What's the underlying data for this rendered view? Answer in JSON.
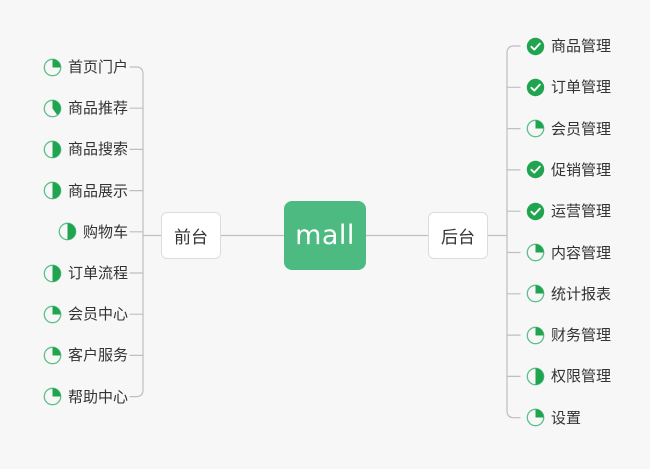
{
  "diagram": {
    "title": "mall",
    "background_color": "#f7f7f7",
    "accent_color": "#4dba81",
    "done_color": "#20a44f",
    "ring_color": "#5cc08a",
    "line_color": "#bfbfbf",
    "center": {
      "label": "mall",
      "icon": "center-node"
    },
    "branches": [
      {
        "id": "frontend",
        "label": "前台",
        "side": "left",
        "items": [
          {
            "label": "首页门户",
            "icon": "pie-progress-icon",
            "progress": 25,
            "status": "in-progress"
          },
          {
            "label": "商品推荐",
            "icon": "pie-progress-icon",
            "progress": 40,
            "status": "in-progress"
          },
          {
            "label": "商品搜索",
            "icon": "pie-progress-icon",
            "progress": 50,
            "status": "in-progress"
          },
          {
            "label": "商品展示",
            "icon": "pie-progress-icon",
            "progress": 50,
            "status": "in-progress"
          },
          {
            "label": "购物车",
            "icon": "pie-progress-icon",
            "progress": 50,
            "status": "in-progress"
          },
          {
            "label": "订单流程",
            "icon": "pie-progress-icon",
            "progress": 50,
            "status": "in-progress"
          },
          {
            "label": "会员中心",
            "icon": "pie-progress-icon",
            "progress": 25,
            "status": "in-progress"
          },
          {
            "label": "客户服务",
            "icon": "pie-progress-icon",
            "progress": 25,
            "status": "in-progress"
          },
          {
            "label": "帮助中心",
            "icon": "pie-progress-icon",
            "progress": 25,
            "status": "in-progress"
          }
        ]
      },
      {
        "id": "backend",
        "label": "后台",
        "side": "right",
        "items": [
          {
            "label": "商品管理",
            "icon": "check-circle-icon",
            "progress": 100,
            "status": "done"
          },
          {
            "label": "订单管理",
            "icon": "check-circle-icon",
            "progress": 100,
            "status": "done"
          },
          {
            "label": "会员管理",
            "icon": "pie-progress-icon",
            "progress": 25,
            "status": "in-progress"
          },
          {
            "label": "促销管理",
            "icon": "check-circle-icon",
            "progress": 100,
            "status": "done"
          },
          {
            "label": "运营管理",
            "icon": "check-circle-icon",
            "progress": 100,
            "status": "done"
          },
          {
            "label": "内容管理",
            "icon": "pie-progress-icon",
            "progress": 25,
            "status": "in-progress"
          },
          {
            "label": "统计报表",
            "icon": "pie-progress-icon",
            "progress": 25,
            "status": "in-progress"
          },
          {
            "label": "财务管理",
            "icon": "pie-progress-icon",
            "progress": 25,
            "status": "in-progress"
          },
          {
            "label": "权限管理",
            "icon": "pie-progress-icon",
            "progress": 50,
            "status": "in-progress"
          },
          {
            "label": "设置",
            "icon": "pie-progress-icon",
            "progress": 25,
            "status": "in-progress"
          }
        ]
      }
    ]
  }
}
